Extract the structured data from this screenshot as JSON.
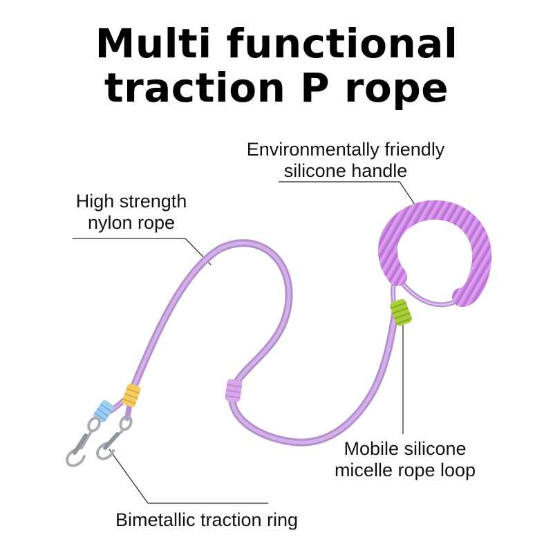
{
  "title": {
    "line1": "Multi functional",
    "line2": "traction P rope"
  },
  "callouts": {
    "handle": {
      "line1": "Environmentally friendly",
      "line2": "silicone handle"
    },
    "rope": {
      "line1": "High strength",
      "line2": "nylon rope"
    },
    "loop": {
      "line1": "Mobile silicone",
      "line2": "micelle rope loop"
    },
    "ring": {
      "line1": "Bimetallic traction ring"
    }
  },
  "colors": {
    "rope": "#c6a3dc",
    "rope_highlight": "#e4cdf0",
    "handle": "#d690ea",
    "sleeve_green": "#a8cf3a",
    "sleeve_blue": "#9fcff0",
    "sleeve_yellow": "#f4cc62",
    "sleeve_lilac": "#d9a7ea",
    "metal": "#b8bcc2"
  },
  "icons": {
    "product": "purple-traction-leash-picture"
  }
}
